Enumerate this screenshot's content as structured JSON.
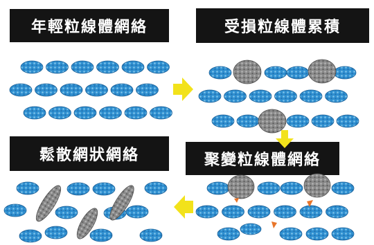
{
  "panels": {
    "young": {
      "label": "年輕粒線體網絡"
    },
    "damaged": {
      "label": "受損粒線體累積"
    },
    "fragmented": {
      "label": "鬆散網狀網絡"
    },
    "aggregated": {
      "label": "聚變粒線體網絡"
    }
  },
  "colors": {
    "mito_blue": "#2f8fd0",
    "mito_blue_light": "#7fc4ea",
    "damaged_gray": "#8a8a8a",
    "arrow_yellow": "#f2e21b",
    "debris_orange": "#e8752a"
  }
}
